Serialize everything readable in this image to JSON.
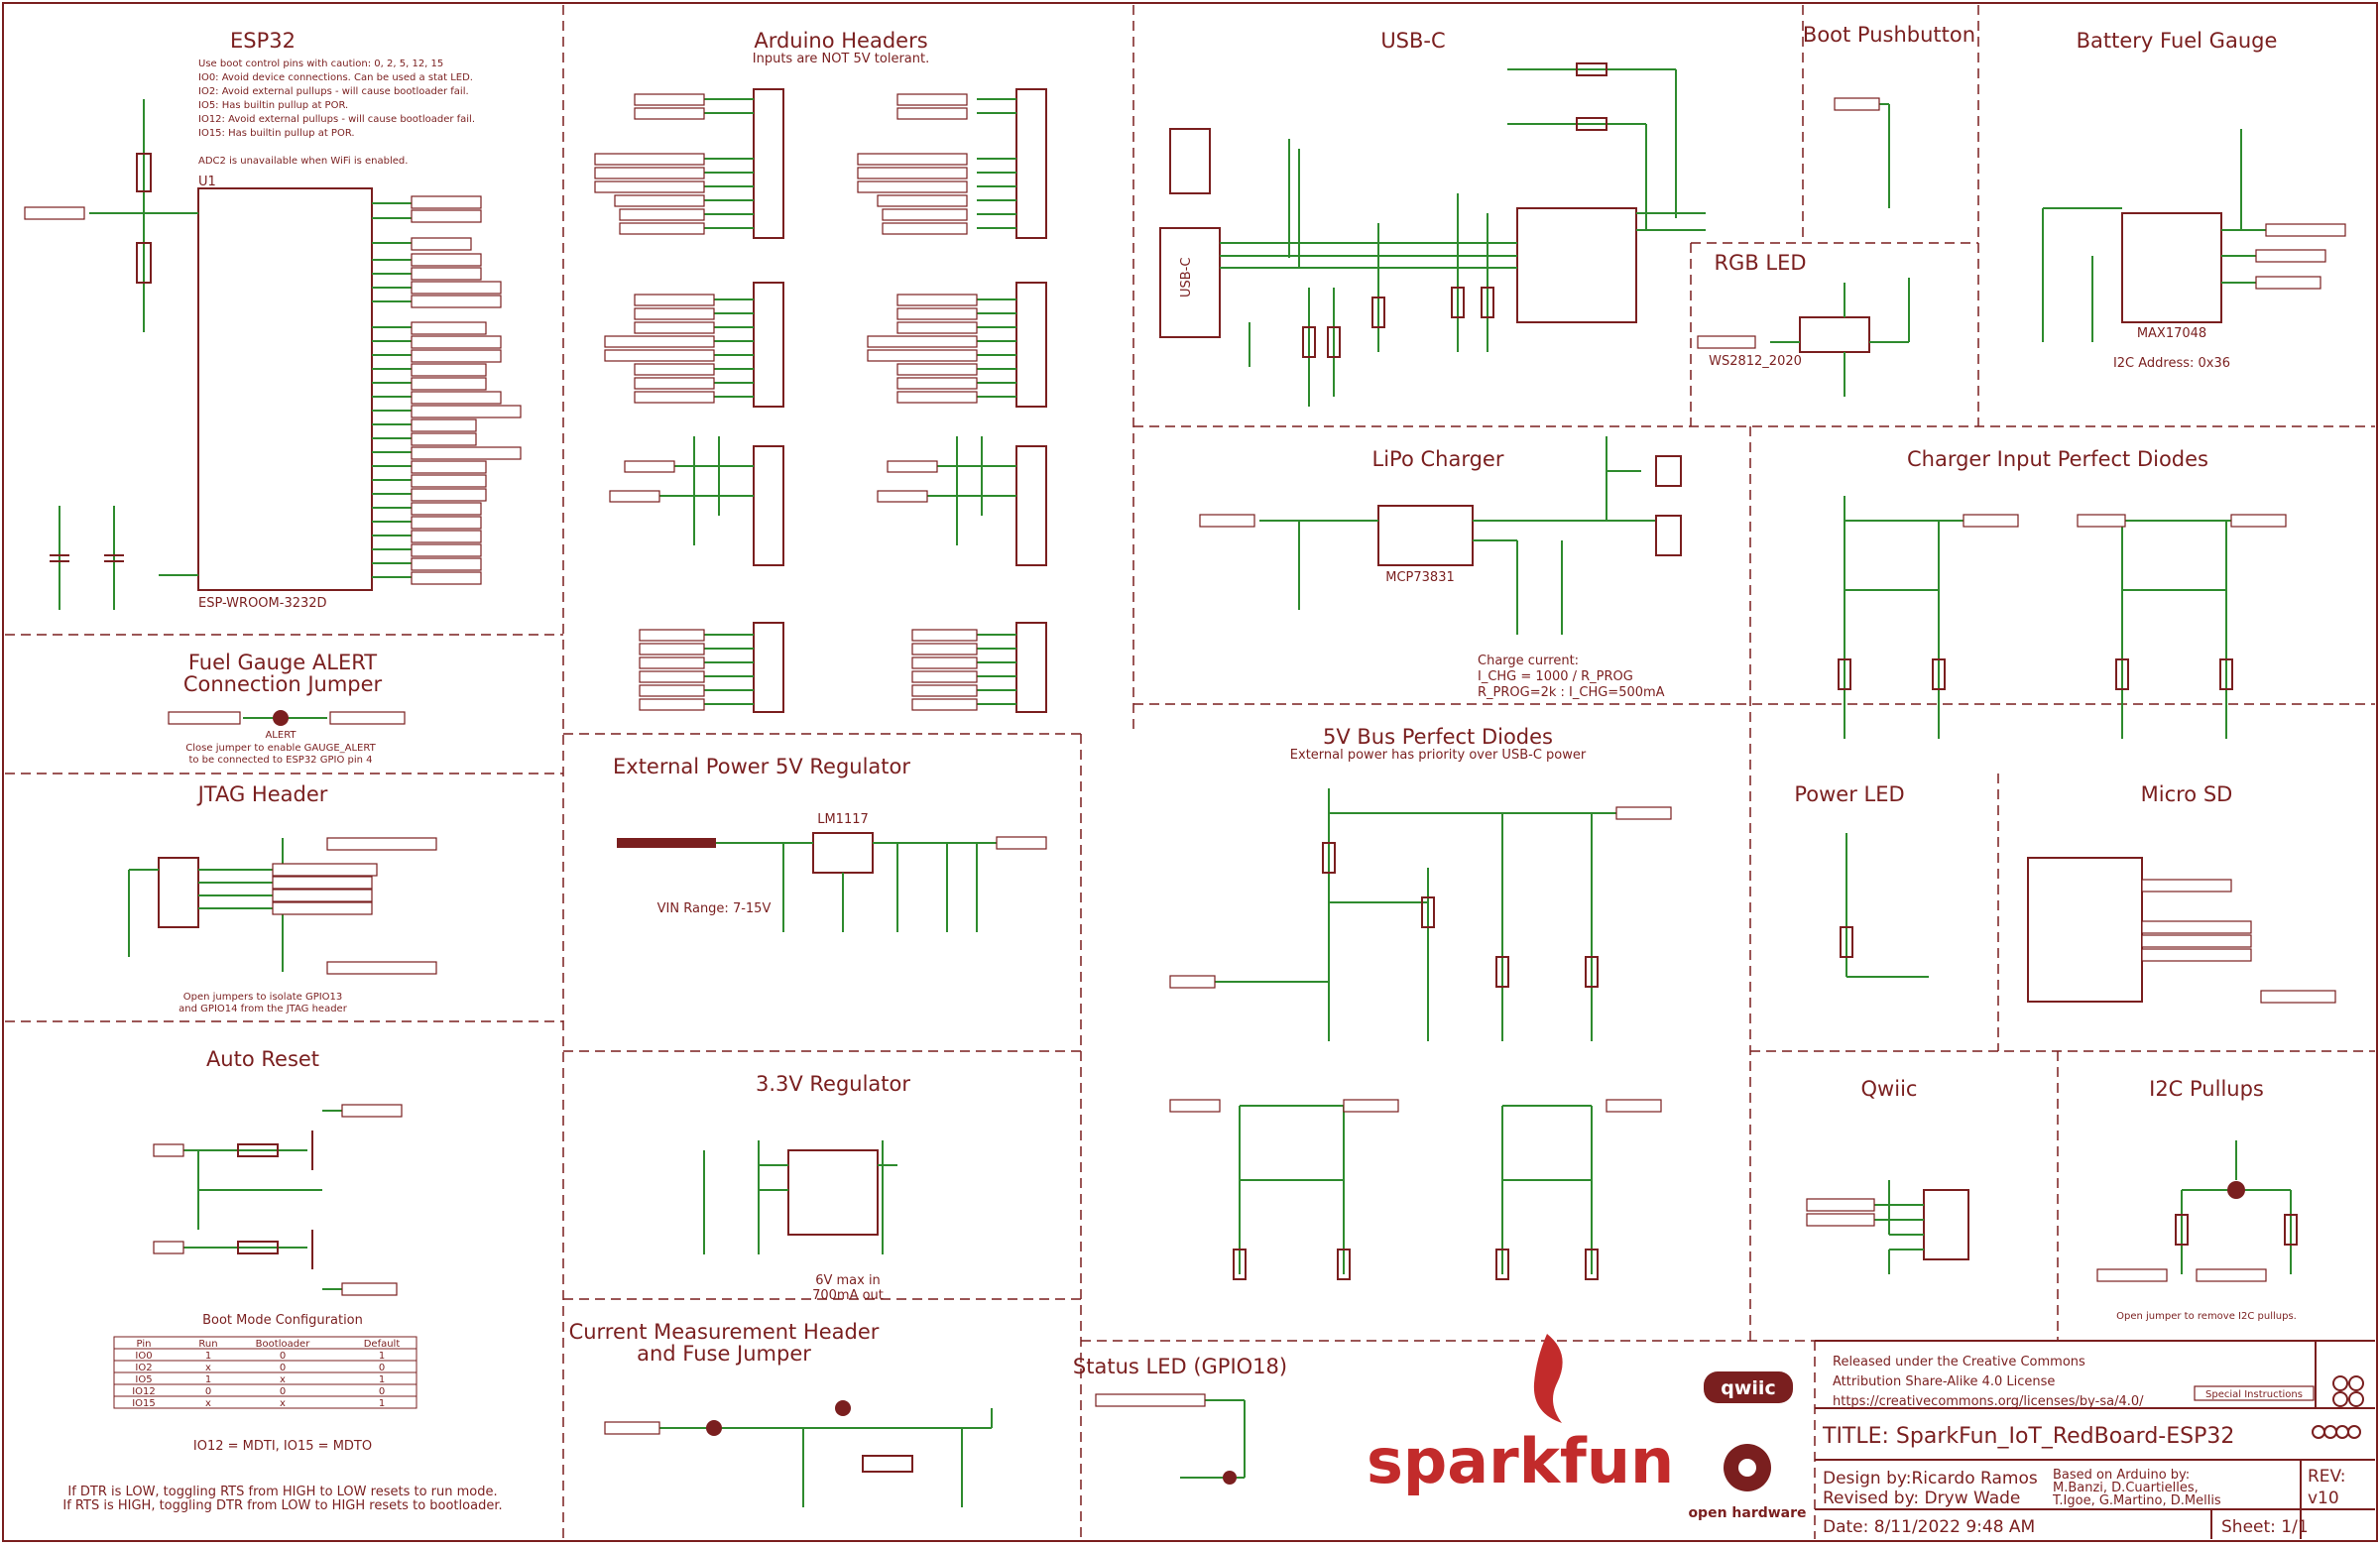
{
  "sections": {
    "esp32": {
      "title": "ESP32",
      "notes": [
        "Use boot control pins with caution: 0, 2, 5, 12, 15",
        "IO0: Avoid device connections. Can be used a stat LED.",
        "IO2: Avoid external pullups - will cause bootloader fail.",
        "IO5: Has builtin pullup at POR.",
        "IO12: Avoid external pullups - will cause bootloader fail.",
        "IO15: Has builtin pullup at POR.",
        "ADC2 is unavailable when WiFi is enabled."
      ],
      "module_ref": "U1",
      "module_name": "ESP-WROOM-3232D"
    },
    "arduino": {
      "title": "Arduino Headers",
      "subtitle": "Inputs are NOT 5V tolerant."
    },
    "usbc": {
      "title": "USB-C"
    },
    "boot": {
      "title": "Boot Pushbutton"
    },
    "fuelgauge": {
      "title": "Battery Fuel Gauge",
      "i2c_note": "I2C Address: 0x36",
      "chip": "MAX17048"
    },
    "rgb": {
      "title": "RGB LED",
      "chip": "WS2812_2020"
    },
    "alertjumper": {
      "title": "Fuel Gauge ALERT Connection Jumper",
      "note1": "Close jumper to enable GAUGE_ALERT",
      "note2": "to be connected to ESP32 GPIO pin 4"
    },
    "jtag": {
      "title": "JTAG Header",
      "note1": "Open jumpers to isolate GPIO13",
      "note2": "and GPIO14 from the JTAG header"
    },
    "autoreset": {
      "title": "Auto Reset",
      "table_title": "Boot Mode Configuration",
      "note_io": "IO12 = MDTI, IO15 = MDTO",
      "note1": "If DTR is LOW, toggling RTS from HIGH to LOW resets to run mode.",
      "note2": "If RTS is HIGH, toggling DTR from LOW to HIGH resets to bootloader."
    },
    "lipo": {
      "title": "LiPo Charger",
      "chip": "MCP73831",
      "charge1": "Charge current:",
      "charge2": "I_CHG = 1000 / R_PROG",
      "charge3": "R_PROG=2k : I_CHG=500mA"
    },
    "cpd": {
      "title": "Charger Input Perfect Diodes"
    },
    "ext5v": {
      "title": "External Power 5V Regulator",
      "vin_range": "VIN Range: 7-15V",
      "chip": "LM1117"
    },
    "bus5v": {
      "title": "5V Bus Perfect Diodes",
      "subtitle": "External power has priority over USB-C power"
    },
    "powerled": {
      "title": "Power LED"
    },
    "microsd": {
      "title": "Micro SD"
    },
    "reg33": {
      "title": "3.3V Regulator",
      "note1": "6V max in",
      "note2": "700mA out"
    },
    "current": {
      "title": "Current Measurement Header and Fuse Jumper"
    },
    "statusled": {
      "title": "Status LED (GPIO18)"
    },
    "qwiic": {
      "title": "Qwiic"
    },
    "i2cpull": {
      "title": "I2C Pullups",
      "note": "Open jumper to remove I2C pullups."
    }
  },
  "boot_table": {
    "headers": [
      "Pin",
      "Run",
      "Bootloader",
      "Default"
    ],
    "rows": [
      [
        "IO0",
        "1",
        "0",
        "1"
      ],
      [
        "IO2",
        "x",
        "0",
        "0"
      ],
      [
        "IO5",
        "1",
        "x",
        "1"
      ],
      [
        "IO12",
        "0",
        "0",
        "0"
      ],
      [
        "IO15",
        "x",
        "x",
        "1"
      ]
    ]
  },
  "title_block": {
    "brand": "sparkfun",
    "qwiic": "qwiic",
    "oshw": "open hardware",
    "license1": "Released under the Creative Commons",
    "license2": "Attribution Share-Alike 4.0 License",
    "license3": "https://creativecommons.org/licenses/by-sa/4.0/",
    "special": "Special Instructions",
    "title": "TITLE: SparkFun_IoT_RedBoard-ESP32",
    "design": "Design by:Ricardo Ramos",
    "based": "Based on Arduino by:",
    "based2": "M.Banzi, D.Cuartielles,",
    "based3": "T.Igoe, G.Martino, D.Mellis",
    "revised": "Revised by: Dryw Wade",
    "rev_label": "REV:",
    "rev": "v10",
    "date": "Date: 8/11/2022 9:48 AM",
    "sheet": "Sheet: 1/1"
  },
  "colors": {
    "ink": "#7a1f1f",
    "wire": "#2e8b2e"
  }
}
